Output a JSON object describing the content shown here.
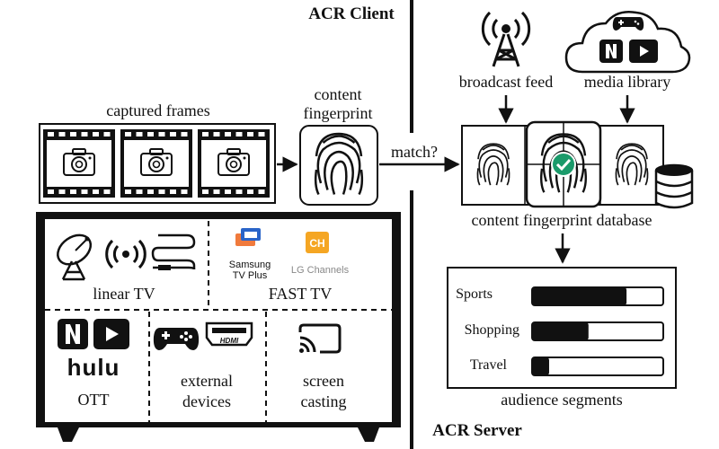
{
  "client": {
    "title": "ACR Client",
    "captured_frames": "captured frames",
    "content_fingerprint": [
      "content",
      "fingerprint"
    ],
    "match": "match?"
  },
  "server": {
    "title": "ACR Server",
    "broadcast_feed": "broadcast feed",
    "media_library": "media library",
    "db_label": "content fingerprint database",
    "segments_label": "audience segments",
    "segments": [
      {
        "name": "Sports",
        "level": 0.72
      },
      {
        "name": "Shopping",
        "level": 0.43
      },
      {
        "name": "Travel",
        "level": 0.13
      }
    ]
  },
  "tv": {
    "linear_tv": "linear TV",
    "fast_tv": "FAST TV",
    "samsung": [
      "Samsung",
      "TV Plus"
    ],
    "lg": "LG Channels",
    "ch_badge": "CH",
    "hulu": "hulu",
    "ott": "OTT",
    "hdmi": "HDMI",
    "external": [
      "external",
      "devices"
    ],
    "casting": [
      "screen",
      "casting"
    ]
  },
  "colors": {
    "ink": "#111111",
    "check_green": "#1a9a6a",
    "samsung_orange": "#f07a3c",
    "samsung_blue": "#2a64c8",
    "lg_orange": "#f5a623"
  }
}
